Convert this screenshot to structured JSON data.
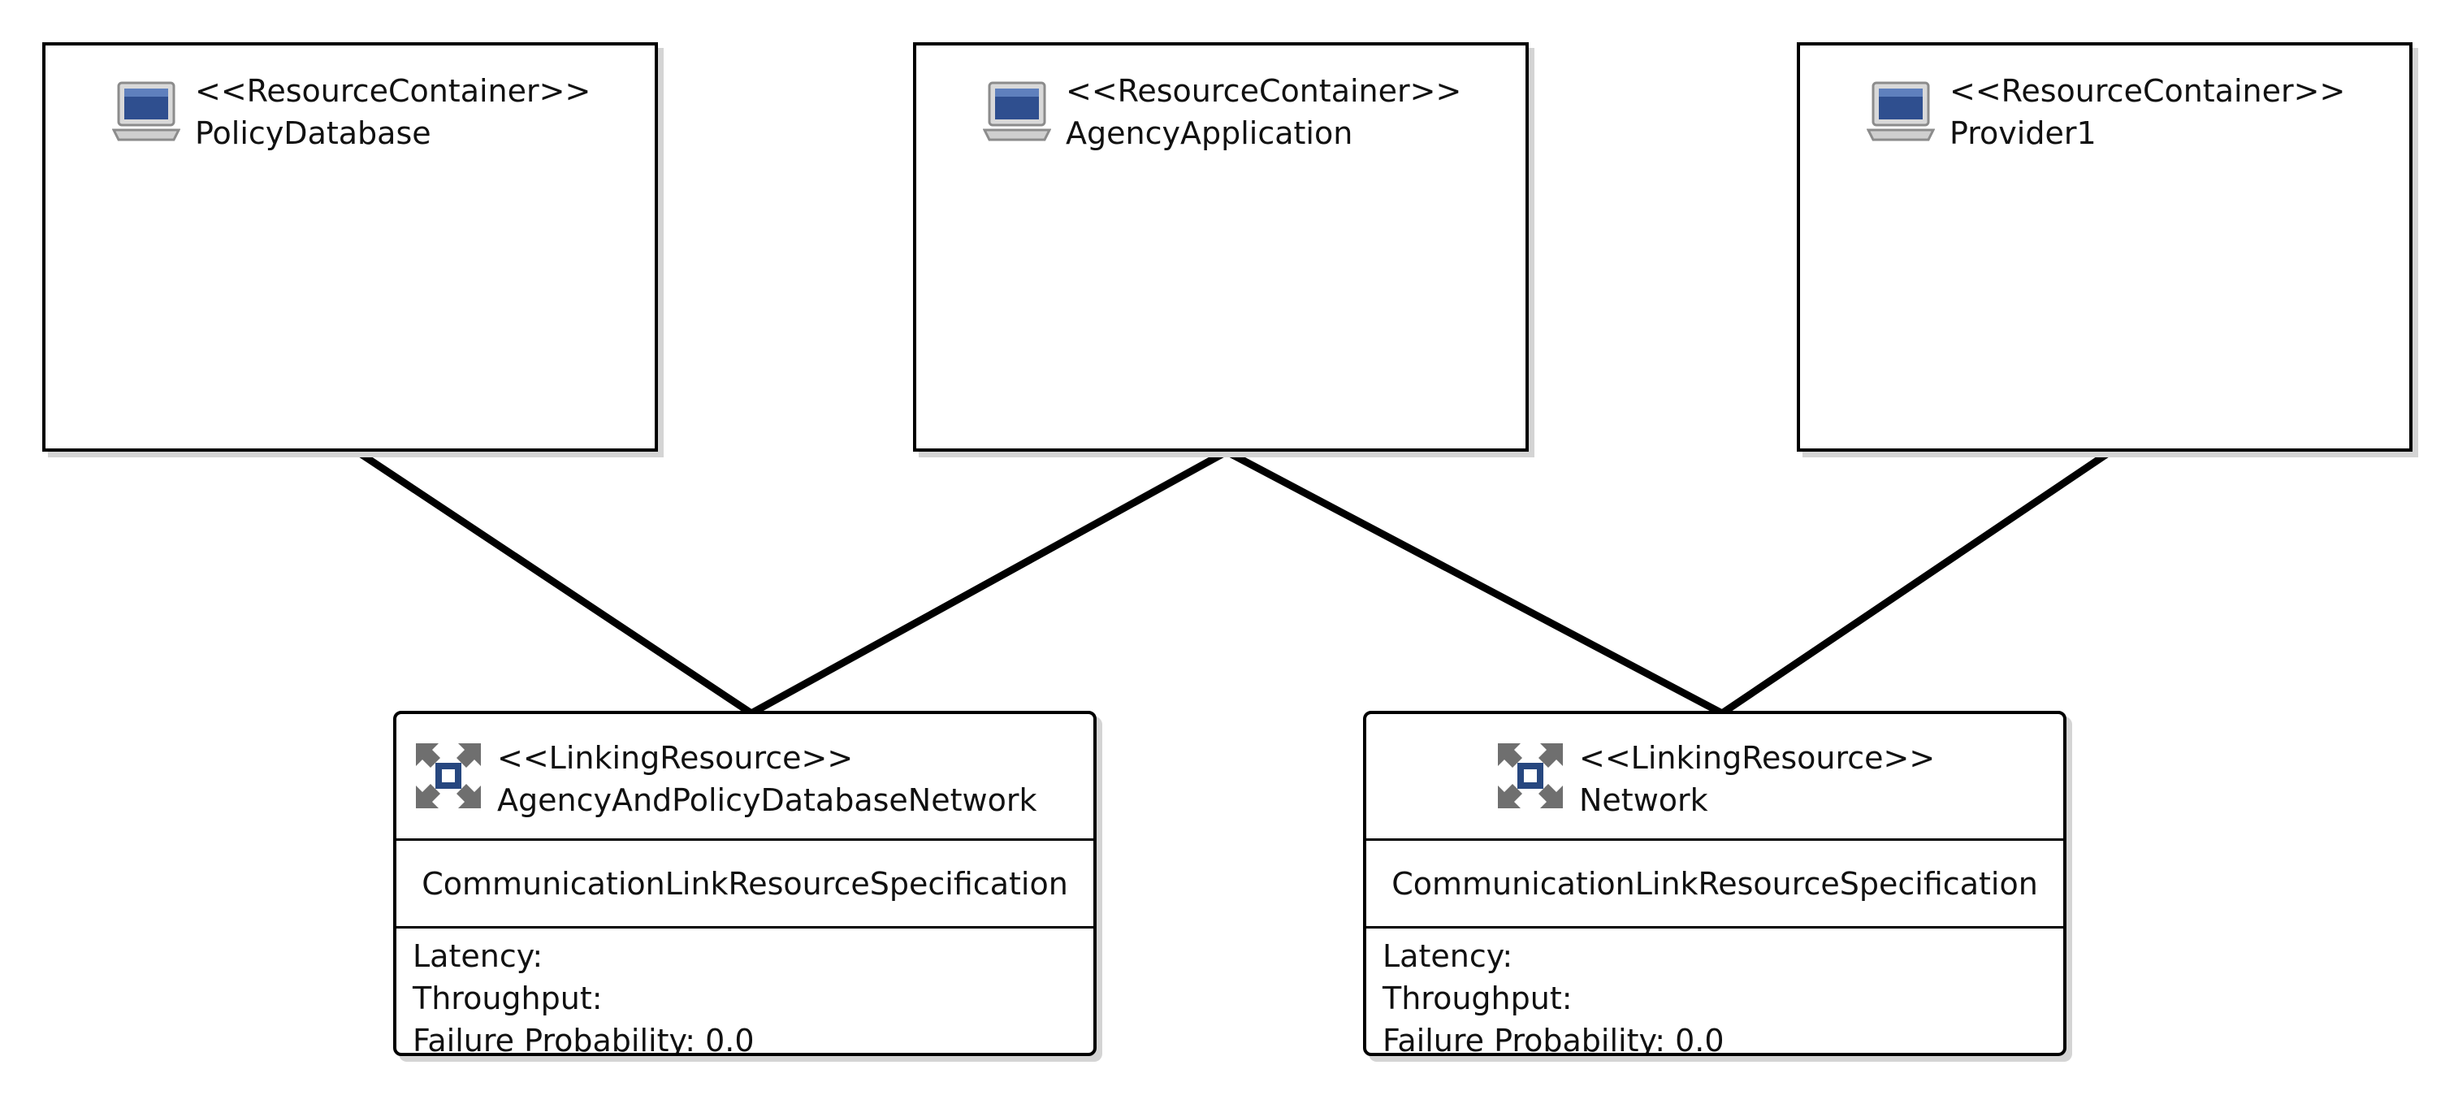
{
  "resource_containers": [
    {
      "stereotype": "<<ResourceContainer>>",
      "name": "PolicyDatabase",
      "icon": "computer-icon"
    },
    {
      "stereotype": "<<ResourceContainer>>",
      "name": "AgencyApplication",
      "icon": "computer-icon"
    },
    {
      "stereotype": "<<ResourceContainer>>",
      "name": "Provider1",
      "icon": "computer-icon"
    }
  ],
  "linking_resources": [
    {
      "stereotype": "<<LinkingResource>>",
      "name": "AgencyAndPolicyDatabaseNetwork",
      "icon": "linking-resource-icon",
      "specification": "CommunicationLinkResourceSpecification",
      "latency": "Latency:",
      "throughput": "Throughput:",
      "failure_probability": "Failure Probability: 0.0"
    },
    {
      "stereotype": "<<LinkingResource>>",
      "name": "Network",
      "icon": "linking-resource-icon",
      "specification": "CommunicationLinkResourceSpecification",
      "latency": "Latency:",
      "throughput": "Throughput:",
      "failure_probability": "Failure Probability: 0.0"
    }
  ],
  "connections": [
    {
      "from": "PolicyDatabase",
      "to": "AgencyAndPolicyDatabaseNetwork"
    },
    {
      "from": "AgencyApplication",
      "to": "AgencyAndPolicyDatabaseNetwork"
    },
    {
      "from": "AgencyApplication",
      "to": "Network"
    },
    {
      "from": "Provider1",
      "to": "Network"
    }
  ],
  "colors": {
    "line": "#000000",
    "shadow": "#d4d4d4",
    "computer_screen": "#2f4f8f",
    "linking_icon": "#6f6f6f",
    "linking_icon_center": "#27477f"
  }
}
